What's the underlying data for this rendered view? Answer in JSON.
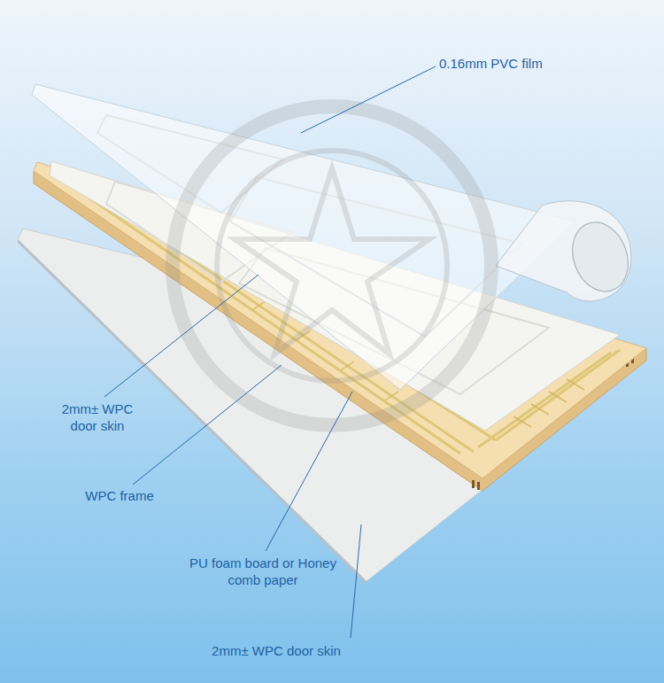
{
  "diagram": {
    "labels": [
      "0.16mm PVC film",
      "2mm± WPC door skin",
      "WPC frame",
      "PU foam board or Honey comb paper",
      "2mm± WPC door skin"
    ]
  }
}
